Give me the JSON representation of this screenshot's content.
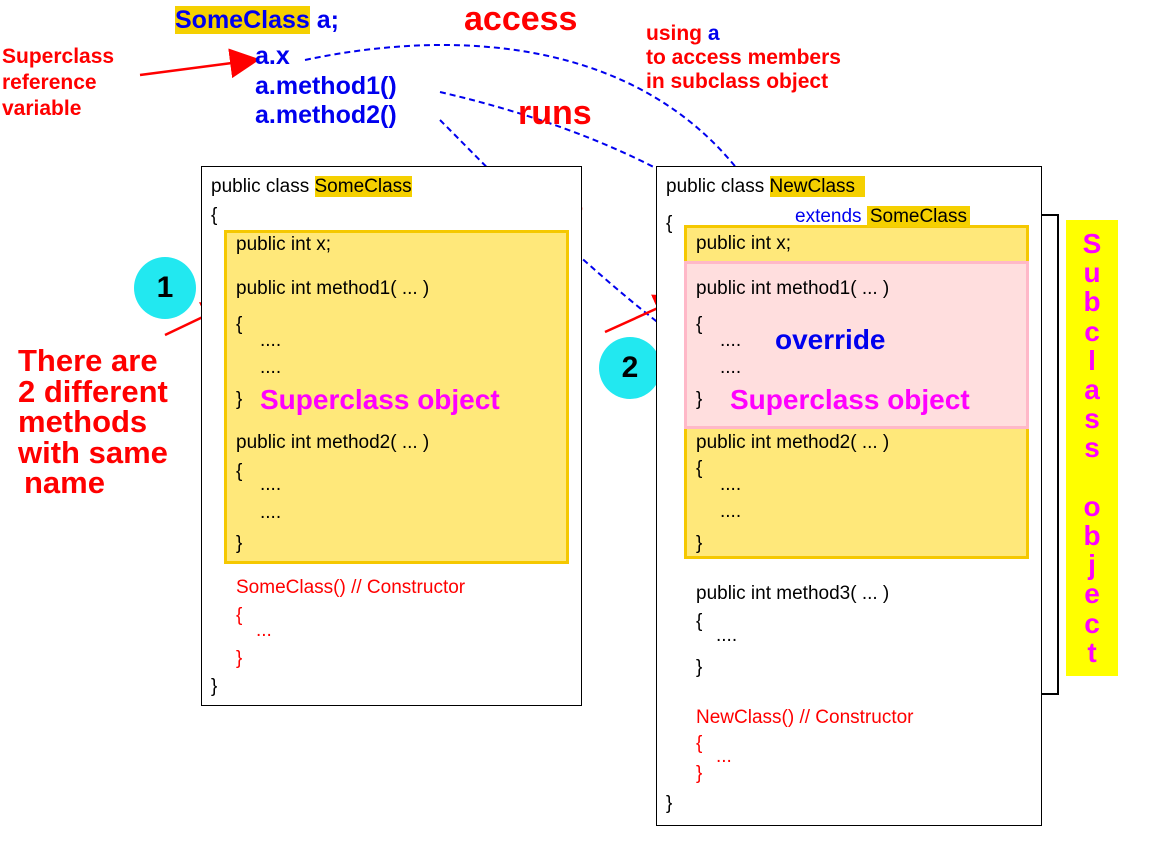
{
  "top": {
    "ref_class": "SomeClass",
    "ref_var": " a;",
    "ax": "a.x",
    "am1": "a.method1()",
    "am2": "a.method2()",
    "access_label": "access",
    "runs_label_1": "runs",
    "runs_label_2": "runs",
    "using_note_1": "using",
    "using_note_a": "a",
    "using_note_2": "to access members",
    "using_note_3": "in subclass object"
  },
  "left_note": {
    "line1": "Superclass",
    "line2": "reference",
    "line3": "variable"
  },
  "diff_note": {
    "line1": "There are",
    "line2": "2 different",
    "line3": "methods",
    "line4": "with same",
    "line5": "name"
  },
  "badges": {
    "one": "1",
    "two": "2"
  },
  "super_box": {
    "decl": "public class ",
    "name": "SomeClass",
    "open": "{",
    "field": "public  int x;",
    "m1": "public int method1( ... )",
    "m1_open": "{",
    "m1_b1": "....",
    "m1_b2": "....",
    "m1_close": "}",
    "obj_label": "Superclass object",
    "m2": "public int method2( ... )",
    "m2_open": "{",
    "m2_b1": "....",
    "m2_b2": "....",
    "m2_close": "}",
    "ctor": "SomeClass() // Constructor",
    "ctor_open": "{",
    "ctor_body": "...",
    "ctor_close": "}",
    "close": "}"
  },
  "sub_box": {
    "decl": "public class ",
    "name": "NewClass",
    "extends_kw": "extends ",
    "extends_name": "SomeClass",
    "open": "{",
    "field": "public  int x;",
    "m1": "public int method1( ... )",
    "m1_open": "{",
    "m1_b1": "....",
    "m1_b2": "....",
    "m1_close": "}",
    "override": "override",
    "obj_label": "Superclass object",
    "m2": "public int method2( ... )",
    "m2_open": "{",
    "m2_b1": "....",
    "m2_b2": "....",
    "m2_close": "}",
    "m3": "public int method3( ... )",
    "m3_open": "{",
    "m3_b1": "....",
    "m3_close": "}",
    "ctor": "NewClass() // Constructor",
    "ctor_open": "{",
    "ctor_body": "...",
    "ctor_close": "}",
    "close": "}"
  },
  "subclass_object_letters": [
    "S",
    "u",
    "b",
    "c",
    "l",
    "a",
    "s",
    "s",
    "",
    "o",
    "b",
    "j",
    "e",
    "c",
    "t"
  ],
  "colors": {
    "red": "#ff0000",
    "blue": "#0000ee",
    "magenta": "#ff00ff",
    "highlight": "#f5d000",
    "superclass_fill": "#ffe87a",
    "override_fill": "#ffdede",
    "badge": "#22e8f0",
    "bar": "#ffff00"
  }
}
